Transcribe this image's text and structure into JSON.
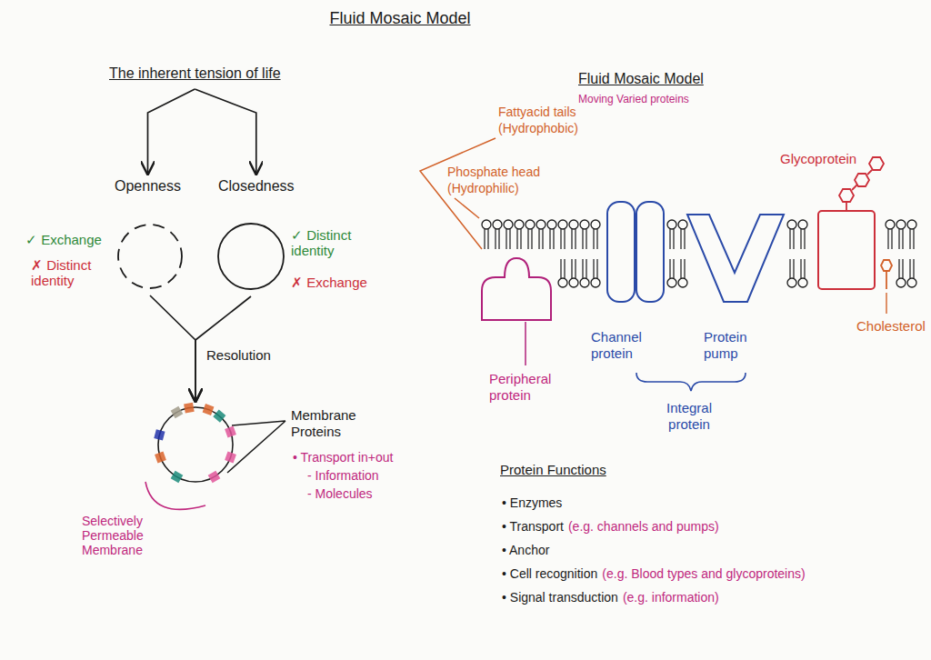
{
  "diagram": {
    "title": "Fluid Mosaic Model",
    "nodes": [
      {
        "text": [
          "The inherent tension of life"
        ]
      },
      {
        "text": [
          "Openness"
        ]
      },
      {
        "text": [
          "Closedness"
        ]
      },
      {
        "text": [
          "✓ Exchange",
          "✗ Distinct identity"
        ]
      },
      {
        "text": [
          "✓ Distinct identity",
          "✗ Exchange"
        ]
      },
      {
        "text": [
          "Selectively Permeable Membrane"
        ]
      }
    ],
    "edges": [
      {
        "from": 0,
        "to": 1,
        "arrow": "to"
      },
      {
        "from": 0,
        "to": 2,
        "arrow": "to"
      },
      {
        "from": 3,
        "to": 5,
        "arrow": "to"
      },
      {
        "from": 4,
        "to": 5,
        "arrow": "to",
        "label": "Resolution"
      }
    ],
    "labels": [
      "Membrane Proteins",
      "• Transport in+out",
      "- Information",
      "- Molecules",
      "Fluid Mosaic Model",
      "Moving Varied proteins",
      "Fattyacid tails (Hydrophobic)",
      "Phosphate head (Hydrophilic)",
      "Glycoprotein",
      "Cholesterol",
      "Peripheral protein",
      "Channel protein",
      "Protein pump",
      "Integral protein",
      "Protein Functions",
      "• Enzymes",
      "• Transport",
      "(e.g. channels and pumps)",
      "• Anchor",
      "• Cell recognition",
      "(e.g. Blood types and glycoproteins)",
      "• Signal transduction",
      "(e.g. information)"
    ]
  }
}
